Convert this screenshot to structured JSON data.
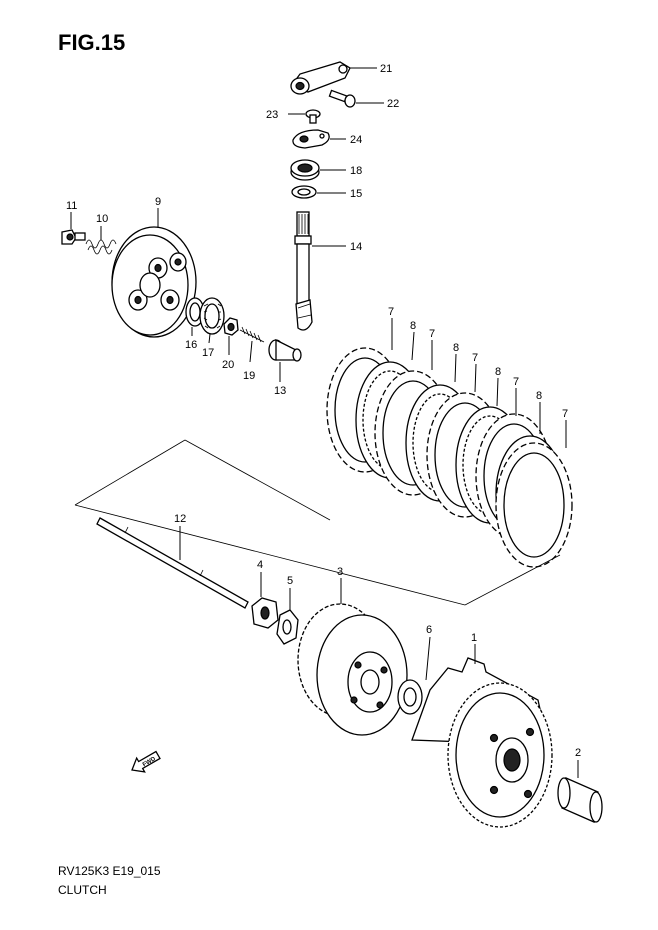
{
  "figure": {
    "title": "FIG.15",
    "model_code": "RV125K3 E19_015",
    "caption": "CLUTCH"
  },
  "callouts": {
    "c21": "21",
    "c22": "22",
    "c23": "23",
    "c24": "24",
    "c18": "18",
    "c15": "15",
    "c14": "14",
    "c11": "11",
    "c10": "10",
    "c9": "9",
    "c16": "16",
    "c17": "17",
    "c20": "20",
    "c19": "19",
    "c13": "13",
    "c12": "12",
    "c4": "4",
    "c5": "5",
    "c3": "3",
    "c6": "6",
    "c1": "1",
    "c2": "2",
    "plates": [
      "7",
      "8",
      "7",
      "8",
      "7",
      "8",
      "7",
      "8",
      "7"
    ]
  },
  "fwd_arrow": {
    "label": "FWD",
    "icon": "fwd-arrow-icon"
  }
}
